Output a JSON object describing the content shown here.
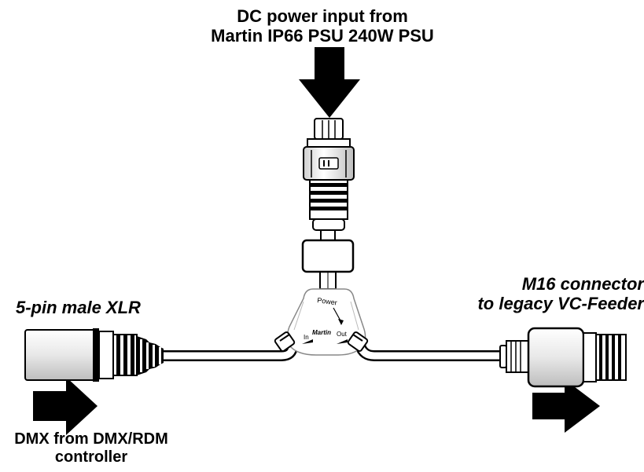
{
  "labels": {
    "power_line1": "DC power input from",
    "power_line2": "Martin IP66 PSU 240W PSU",
    "xlr": "5-pin male XLR",
    "m16_line1": "M16 connector",
    "m16_line2": "to legacy VC-Feeder",
    "dmx_line1": "DMX from DMX/RDM",
    "dmx_line2": "controller"
  },
  "splitter": {
    "power_mark": "Power",
    "in_mark": "In",
    "out_mark": "Out",
    "logo_text": "Martin"
  },
  "colors": {
    "ink": "#000000",
    "body": "#ffffff",
    "shade": "#d8d8d8"
  }
}
